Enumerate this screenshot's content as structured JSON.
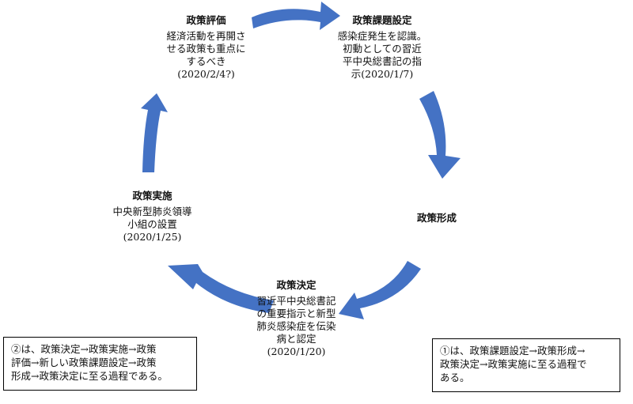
{
  "colors": {
    "arrow": "#4472C4",
    "text": "#111111",
    "border": "#000000"
  },
  "stages": {
    "evaluation": {
      "title": "政策評価",
      "lines": [
        "経済活動を再開さ",
        "せる政策も重点に",
        "するべき",
        "(2020/2/4?)"
      ]
    },
    "agenda": {
      "title": "政策課題設定",
      "lines": [
        "感染症発生を認識。",
        "初動としての習近",
        "平中央総書記の指",
        "示(2020/1/7)"
      ]
    },
    "formation": {
      "title": "政策形成",
      "lines": []
    },
    "decision": {
      "title": "政策決定",
      "lines": [
        "習近平中央総書記",
        "の重要指示と新型",
        "肺炎感染症を伝染",
        "病と認定",
        "(2020/1/20)"
      ]
    },
    "implementation": {
      "title": "政策実施",
      "lines": [
        "中央新型肺炎領導",
        "小組の設置",
        "(2020/1/25)"
      ]
    }
  },
  "notes": {
    "left": {
      "lines": [
        "②は、政策決定→政策実施→政策",
        "評価→新しい政策課題設定→政策",
        "形成→政策決定に至る過程である。"
      ]
    },
    "right": {
      "lines": [
        "①は、政策課題設定→政策形成→",
        "政策決定→政策実施に至る過程で",
        "ある。"
      ]
    }
  }
}
